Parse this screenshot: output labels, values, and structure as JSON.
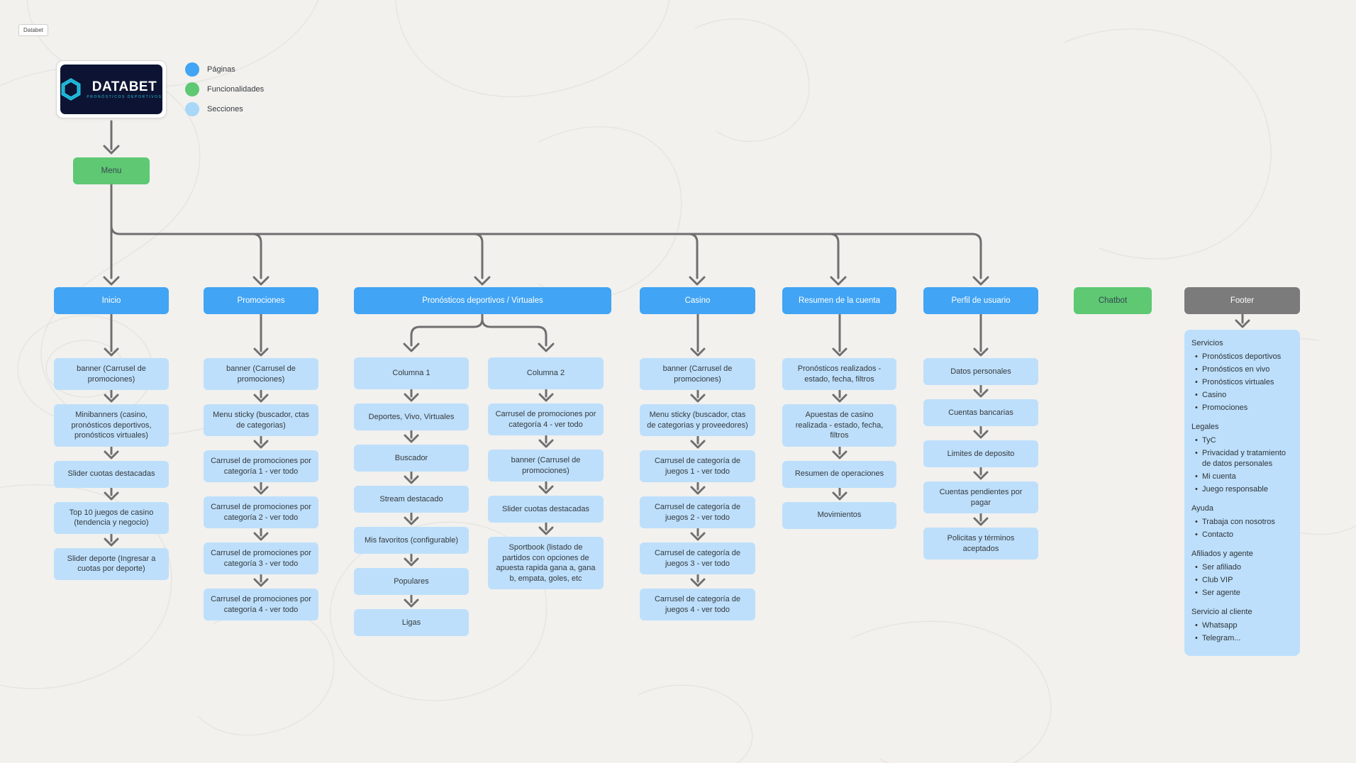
{
  "tab": {
    "label": "Databet"
  },
  "logo": {
    "brand": "DATABET",
    "tagline": "PRONÓSTICOS DEPORTIVOS"
  },
  "legend": {
    "items": [
      {
        "label": "Páginas",
        "color": "#41a4f4"
      },
      {
        "label": "Funcionalidades",
        "color": "#5ec873"
      },
      {
        "label": "Secciones",
        "color": "#a9d7f7"
      }
    ]
  },
  "menu": {
    "label": "Menu"
  },
  "colors": {
    "page_blue": "#41a4f4",
    "feature_green": "#5ec873",
    "section_light_blue": "#bddffb",
    "footer_gray": "#7b7b7b",
    "connector_gray": "#6f6f6f",
    "logo_background": "#0d1433",
    "logo_accent": "#25c3de",
    "canvas_background": "#f2f1ee"
  },
  "columns": [
    {
      "type": "page",
      "title": "Inicio",
      "sections": [
        "banner (Carrusel de promociones)",
        "Minibanners (casino, pronósticos deportivos, pronósticos virtuales)",
        "Slider cuotas destacadas",
        "Top 10 juegos de casino (tendencia y negocio)",
        "Slider deporte (Ingresar a cuotas por deporte)"
      ]
    },
    {
      "type": "page",
      "title": "Promociones",
      "sections": [
        "banner (Carrusel de promociones)",
        "Menu sticky (buscador, ctas de categorias)",
        "Carrusel de promociones por categoría 1 - ver todo",
        "Carrusel de promociones por categoría 2 - ver todo",
        "Carrusel de promociones por categoría 3 - ver todo",
        "Carrusel de promociones por categoría 4 - ver todo"
      ]
    },
    {
      "type": "page-wide",
      "title": "Pronósticos deportivos / Virtuales",
      "sub_columns": [
        {
          "title": "Columna 1",
          "sections": [
            "Deportes, Vivo, Virtuales",
            "Buscador",
            "Stream destacado",
            "Mis favoritos (configurable)",
            "Populares",
            "Ligas"
          ]
        },
        {
          "title": "Columna 2",
          "sections": [
            "Carrusel de promociones por categoría 4 - ver todo",
            "banner (Carrusel de promociones)",
            "Slider cuotas destacadas",
            "Sportbook (listado de partidos con opciones de apuesta rapida gana a, gana b, empata, goles, etc"
          ]
        }
      ]
    },
    {
      "type": "page",
      "title": "Casino",
      "sections": [
        "banner (Carrusel de promociones)",
        "Menu sticky (buscador, ctas de categorias y proveedores)",
        "Carrusel de categoría de juegos 1 - ver todo",
        "Carrusel de categoría de juegos 2 - ver todo",
        "Carrusel de categoría de juegos 3 - ver todo",
        "Carrusel de categoría de juegos 4 - ver todo"
      ]
    },
    {
      "type": "page",
      "title": "Resumen de la cuenta",
      "sections": [
        "Pronósticos realizados - estado, fecha, filtros",
        "Apuestas de casino realizada - estado, fecha, filtros",
        "Resumen de operaciones",
        "Movimientos"
      ]
    },
    {
      "type": "page",
      "title": "Perfil de usuario",
      "sections": [
        "Datos personales",
        "Cuentas bancarias",
        "Limites de deposito",
        "Cuentas pendientes por pagar",
        "Policitas y términos aceptados"
      ]
    },
    {
      "type": "feature",
      "title": "Chatbot"
    },
    {
      "type": "footer",
      "title": "Footer",
      "groups": [
        {
          "title": "Servicios",
          "items": [
            "Pronósticos deportivos",
            "Pronósticos en vivo",
            "Pronósticos virtuales",
            "Casino",
            "Promociones"
          ]
        },
        {
          "title": "Legales",
          "items": [
            "TyC",
            "Privacidad y tratamiento de datos personales",
            "Mi cuenta",
            "Juego responsable"
          ]
        },
        {
          "title": "Ayuda",
          "items": [
            "Trabaja con nosotros",
            "Contacto"
          ]
        },
        {
          "title": "Afiliados y agente",
          "items": [
            "Ser afiliado",
            "Club VIP",
            "Ser agente"
          ]
        },
        {
          "title": "Servicio al cliente",
          "items": [
            "Whatsapp",
            "Telegram..."
          ]
        }
      ]
    }
  ]
}
